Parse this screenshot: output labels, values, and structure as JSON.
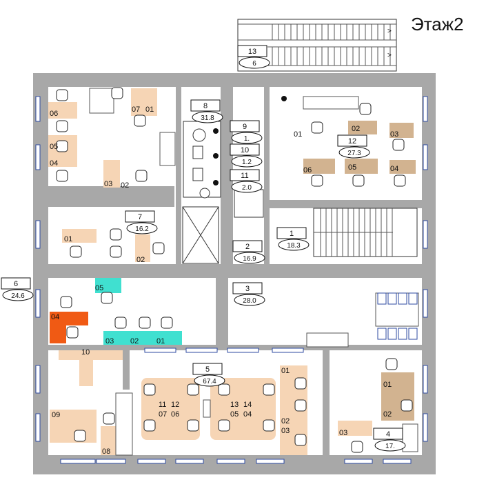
{
  "title": "Этаж2",
  "rooms": [
    {
      "num": "13",
      "area": "6"
    },
    {
      "num": "8",
      "area": "31.8"
    },
    {
      "num": "9",
      "area": "1."
    },
    {
      "num": "10",
      "area": "1.2"
    },
    {
      "num": "11",
      "area": "2.0"
    },
    {
      "num": "12",
      "area": "27.3"
    },
    {
      "num": "7",
      "area": "16.2"
    },
    {
      "num": "1",
      "area": "18.3"
    },
    {
      "num": "2",
      "area": "16.9"
    },
    {
      "num": "6",
      "area": "24.6"
    },
    {
      "num": "3",
      "area": "28.0"
    },
    {
      "num": "5",
      "area": "67.4"
    },
    {
      "num": "4",
      "area": "17."
    }
  ],
  "workplaces": {
    "r8_left": [
      "06",
      "05",
      "04",
      "07",
      "01",
      "03",
      "02"
    ],
    "r12": [
      "01",
      "02",
      "03",
      "06",
      "05",
      "04"
    ],
    "r7": [
      "01",
      "02"
    ],
    "r6": [
      "05",
      "04",
      "03",
      "02",
      "01"
    ],
    "r10": [
      "10",
      "09",
      "08"
    ],
    "r5_groupA": [
      "11",
      "12",
      "07",
      "06"
    ],
    "r5_groupB": [
      "13",
      "14",
      "05",
      "04"
    ],
    "r5_right": [
      "01",
      "02",
      "03"
    ],
    "r4": [
      "01",
      "02",
      "03"
    ]
  },
  "colors": {
    "wall": "#a8a8a8",
    "desk": "#f6d5b5",
    "desk_dark": "#d2b390",
    "teal": "#40e0d0",
    "orange": "#f05a14",
    "window": "#2d4aa0"
  }
}
